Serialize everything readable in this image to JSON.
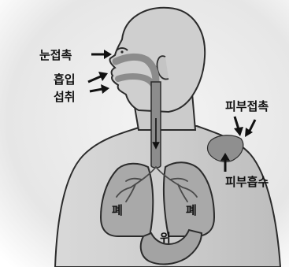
{
  "labels": {
    "eye_contact": "눈접촉",
    "inhalation": "흡입",
    "ingestion": "섭취",
    "skin_contact": "피부접촉",
    "skin_absorption": "피부흡수"
  },
  "organs": {
    "lung_left": "폐",
    "lung_right": "폐",
    "stomach": "위"
  },
  "colors": {
    "skin": "#cfcfcf",
    "airway": "#8c8c8c",
    "organ": "#a9a9a9",
    "outline": "#2b2b2b"
  }
}
